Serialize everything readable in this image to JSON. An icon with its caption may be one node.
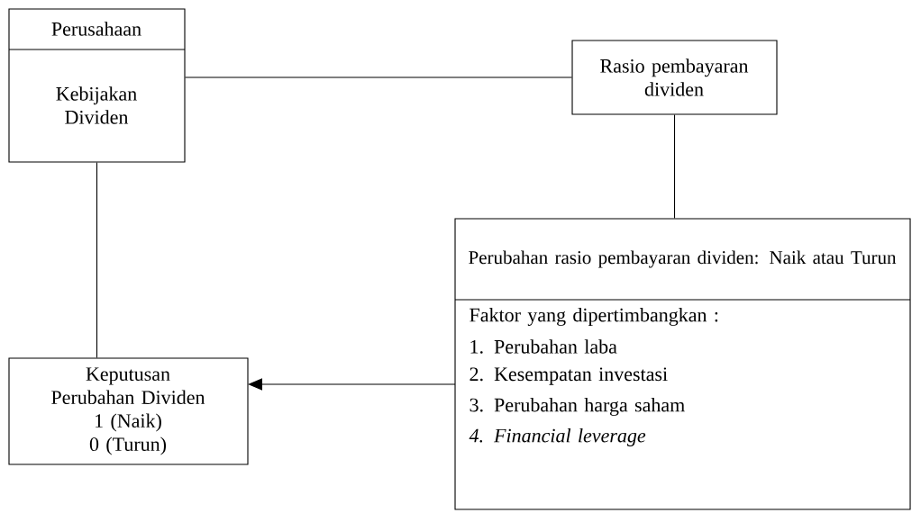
{
  "diagram": {
    "nodes": [
      {
        "text": [
          "Perusahaan",
          "Kebijakan Dividen"
        ]
      },
      {
        "text": [
          "Rasio pembayaran dividen"
        ]
      },
      {
        "text": [
          "Perubahan rasio pembayaran dividen: Naik atau Turun",
          "Faktor yang dipertimbangkan :",
          "1. Perubahan laba",
          "2. Kesempatan investasi",
          "3. Perubahan harga saham",
          "4. Financial leverage"
        ]
      },
      {
        "text": [
          "Keputusan Perubahan Dividen",
          "1 (Naik)",
          "0 (Turun)"
        ]
      }
    ],
    "edges": [
      {
        "from": 0,
        "to": 1,
        "arrow": "none"
      },
      {
        "from": 0,
        "to": 3,
        "arrow": "none"
      },
      {
        "from": 1,
        "to": 2,
        "arrow": "none"
      },
      {
        "from": 2,
        "to": 3,
        "arrow": "to"
      }
    ]
  }
}
